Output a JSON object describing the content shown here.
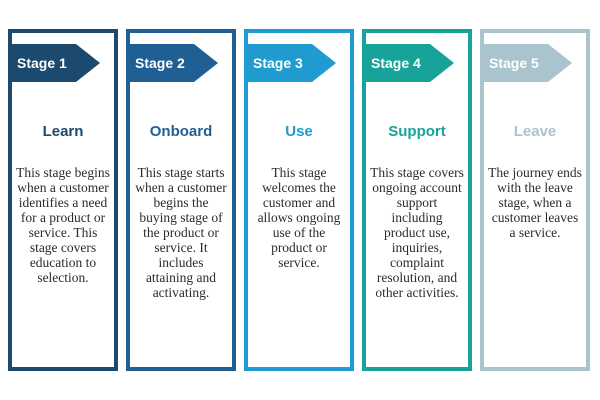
{
  "stages": [
    {
      "tab_label": "Stage 1",
      "title": "Learn",
      "description": "This stage begins when a customer identifies a need for a product or service. This stage covers education to selection.",
      "color": "#1b4a6e"
    },
    {
      "tab_label": "Stage 2",
      "title": "Onboard",
      "description": "This stage starts when a customer begins the buying stage of the product or service. It includes attaining and activating.",
      "color": "#1f5f94"
    },
    {
      "tab_label": "Stage 3",
      "title": "Use",
      "description": "This stage welcomes the customer and allows ongoing use of the product or service.",
      "color": "#1f9bcf"
    },
    {
      "tab_label": "Stage 4",
      "title": "Support",
      "description": "This stage covers ongoing account support including product use, inquiries, complaint resolution, and other activities.",
      "color": "#17a39a"
    },
    {
      "tab_label": "Stage 5",
      "title": "Leave",
      "description": "The journey ends with the leave stage, when a customer leaves a service.",
      "color": "#a9c4cc"
    }
  ]
}
